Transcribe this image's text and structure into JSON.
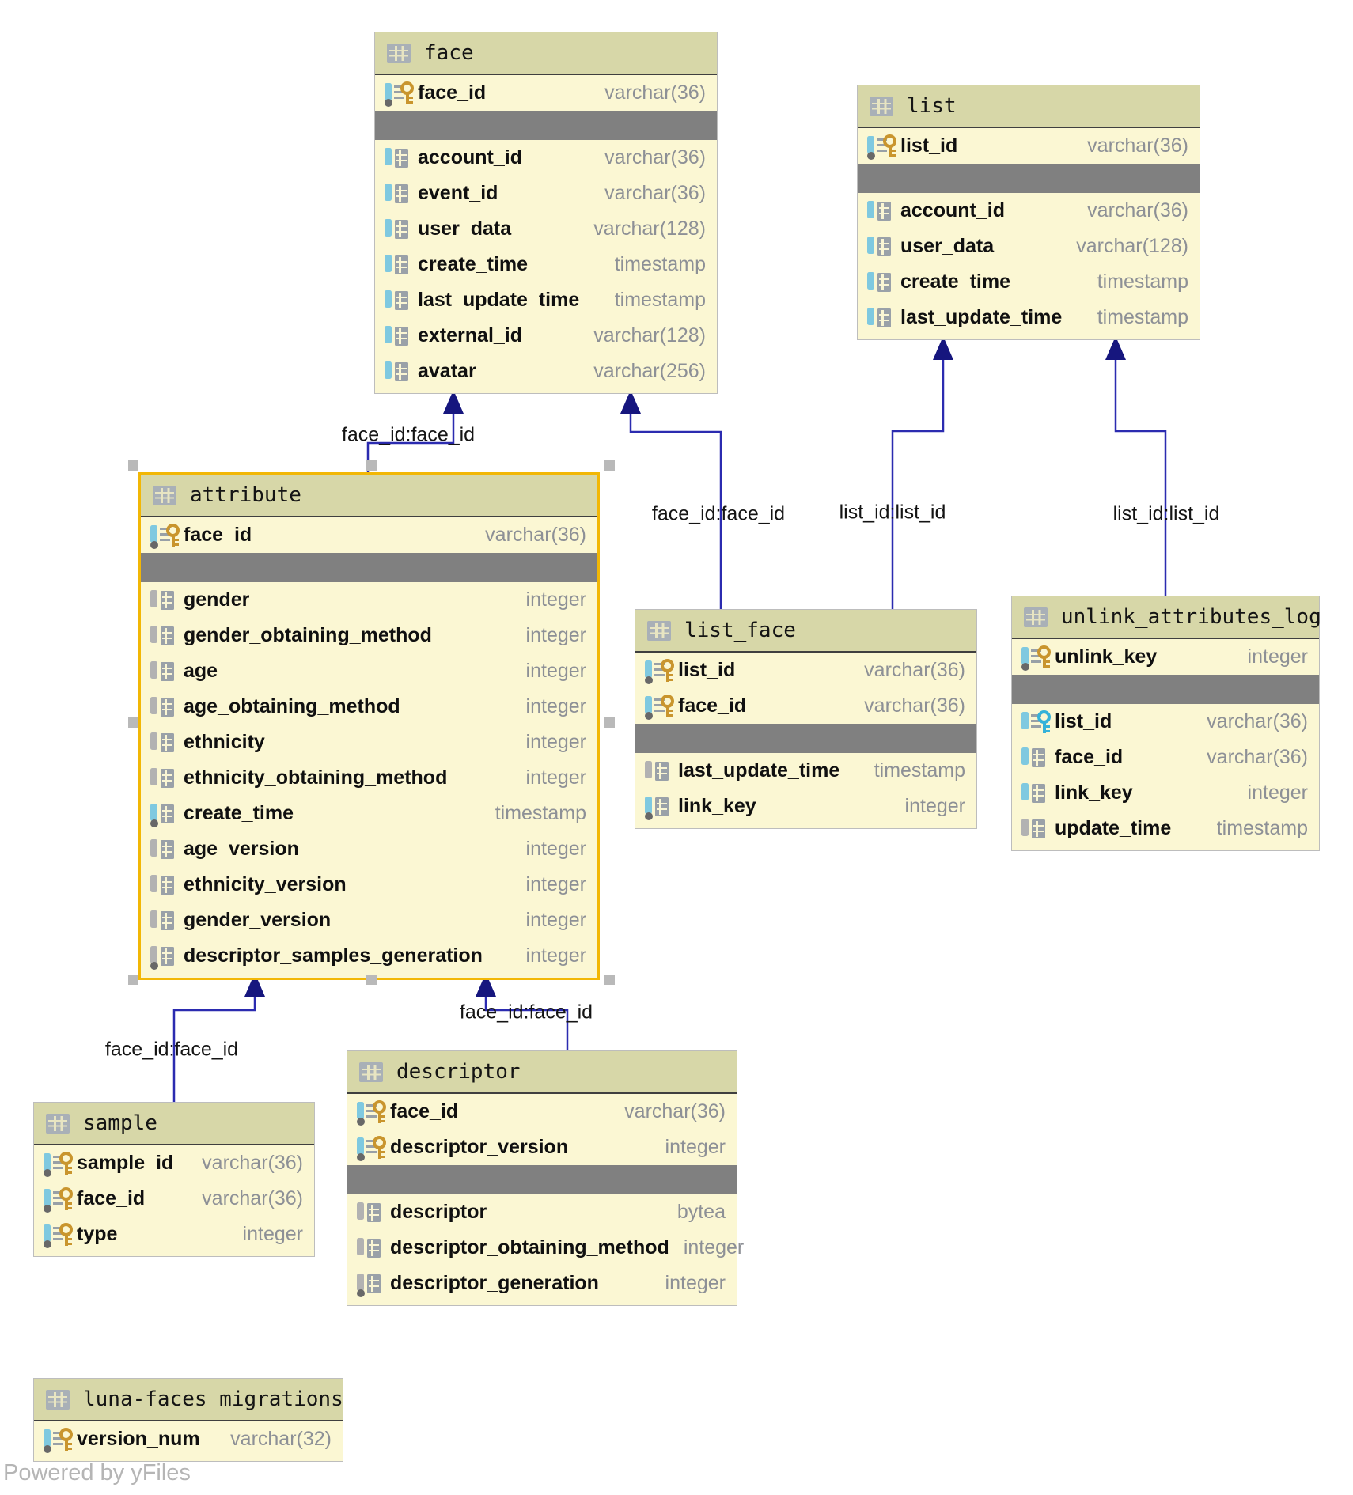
{
  "canvas": {
    "powered_by": "Powered by yFiles"
  },
  "colors": {
    "table_header_bg": "#d7d7a8",
    "table_body_bg": "#fbf7d3",
    "separator_bar": "#808080",
    "relation_line": "#2b2bb0",
    "arrowhead": "#16167e",
    "selection_border": "#f2b705",
    "primary_key_gold": "#c9952d",
    "foreign_key_blue": "#35b2d9",
    "type_text": "#8d9096"
  },
  "icons": {
    "table": "table-grid-icon",
    "primary_key": "gold-key-icon",
    "foreign_key": "blue-key-icon",
    "column": "column-grid-icon",
    "indexed": "index-dot-icon"
  },
  "tables": [
    {
      "name": "face",
      "selected": false,
      "columns": [
        {
          "name": "face_id",
          "type": "varchar(36)",
          "icon": "primary-key"
        },
        {
          "name": "account_id",
          "type": "varchar(36)",
          "icon": "column"
        },
        {
          "name": "event_id",
          "type": "varchar(36)",
          "icon": "column"
        },
        {
          "name": "user_data",
          "type": "varchar(128)",
          "icon": "column"
        },
        {
          "name": "create_time",
          "type": "timestamp",
          "icon": "column"
        },
        {
          "name": "last_update_time",
          "type": "timestamp",
          "icon": "column"
        },
        {
          "name": "external_id",
          "type": "varchar(128)",
          "icon": "column"
        },
        {
          "name": "avatar",
          "type": "varchar(256)",
          "icon": "column"
        }
      ]
    },
    {
      "name": "list",
      "selected": false,
      "columns": [
        {
          "name": "list_id",
          "type": "varchar(36)",
          "icon": "primary-key"
        },
        {
          "name": "account_id",
          "type": "varchar(36)",
          "icon": "column"
        },
        {
          "name": "user_data",
          "type": "varchar(128)",
          "icon": "column"
        },
        {
          "name": "create_time",
          "type": "timestamp",
          "icon": "column"
        },
        {
          "name": "last_update_time",
          "type": "timestamp",
          "icon": "column"
        }
      ]
    },
    {
      "name": "attribute",
      "selected": true,
      "columns": [
        {
          "name": "face_id",
          "type": "varchar(36)",
          "icon": "primary-key"
        },
        {
          "name": "gender",
          "type": "integer",
          "icon": "column-nullable"
        },
        {
          "name": "gender_obtaining_method",
          "type": "integer",
          "icon": "column-nullable"
        },
        {
          "name": "age",
          "type": "integer",
          "icon": "column-nullable"
        },
        {
          "name": "age_obtaining_method",
          "type": "integer",
          "icon": "column-nullable"
        },
        {
          "name": "ethnicity",
          "type": "integer",
          "icon": "column-nullable"
        },
        {
          "name": "ethnicity_obtaining_method",
          "type": "integer",
          "icon": "column-nullable"
        },
        {
          "name": "create_time",
          "type": "timestamp",
          "icon": "column-indexed"
        },
        {
          "name": "age_version",
          "type": "integer",
          "icon": "column-nullable"
        },
        {
          "name": "ethnicity_version",
          "type": "integer",
          "icon": "column-nullable"
        },
        {
          "name": "gender_version",
          "type": "integer",
          "icon": "column-nullable"
        },
        {
          "name": "descriptor_samples_generation",
          "type": "integer",
          "icon": "column-nullable-indexed"
        }
      ]
    },
    {
      "name": "list_face",
      "selected": false,
      "columns": [
        {
          "name": "list_id",
          "type": "varchar(36)",
          "icon": "primary-key"
        },
        {
          "name": "face_id",
          "type": "varchar(36)",
          "icon": "primary-key"
        },
        {
          "name": "last_update_time",
          "type": "timestamp",
          "icon": "column-nullable"
        },
        {
          "name": "link_key",
          "type": "integer",
          "icon": "column-indexed"
        }
      ]
    },
    {
      "name": "unlink_attributes_log",
      "selected": false,
      "columns": [
        {
          "name": "unlink_key",
          "type": "integer",
          "icon": "primary-key"
        },
        {
          "name": "list_id",
          "type": "varchar(36)",
          "icon": "foreign-key"
        },
        {
          "name": "face_id",
          "type": "varchar(36)",
          "icon": "column"
        },
        {
          "name": "link_key",
          "type": "integer",
          "icon": "column"
        },
        {
          "name": "update_time",
          "type": "timestamp",
          "icon": "column-nullable"
        }
      ]
    },
    {
      "name": "sample",
      "selected": false,
      "columns": [
        {
          "name": "sample_id",
          "type": "varchar(36)",
          "icon": "primary-key"
        },
        {
          "name": "face_id",
          "type": "varchar(36)",
          "icon": "primary-key"
        },
        {
          "name": "type",
          "type": "integer",
          "icon": "primary-key"
        }
      ]
    },
    {
      "name": "descriptor",
      "selected": false,
      "columns": [
        {
          "name": "face_id",
          "type": "varchar(36)",
          "icon": "primary-key"
        },
        {
          "name": "descriptor_version",
          "type": "integer",
          "icon": "primary-key"
        },
        {
          "name": "descriptor",
          "type": "bytea",
          "icon": "column-nullable"
        },
        {
          "name": "descriptor_obtaining_method",
          "type": "integer",
          "icon": "column-nullable"
        },
        {
          "name": "descriptor_generation",
          "type": "integer",
          "icon": "column-nullable-indexed"
        }
      ]
    },
    {
      "name": "luna-faces_migrations",
      "selected": false,
      "columns": [
        {
          "name": "version_num",
          "type": "varchar(32)",
          "icon": "primary-key"
        }
      ]
    }
  ],
  "relations": [
    {
      "from": "attribute",
      "to": "face",
      "label": "face_id:face_id"
    },
    {
      "from": "list_face",
      "to": "face",
      "label": "face_id:face_id"
    },
    {
      "from": "list_face",
      "to": "list",
      "label": "list_id:list_id"
    },
    {
      "from": "unlink_attributes_log",
      "to": "list",
      "label": "list_id:list_id"
    },
    {
      "from": "sample",
      "to": "attribute",
      "label": "face_id:face_id"
    },
    {
      "from": "descriptor",
      "to": "attribute",
      "label": "face_id:face_id"
    }
  ]
}
